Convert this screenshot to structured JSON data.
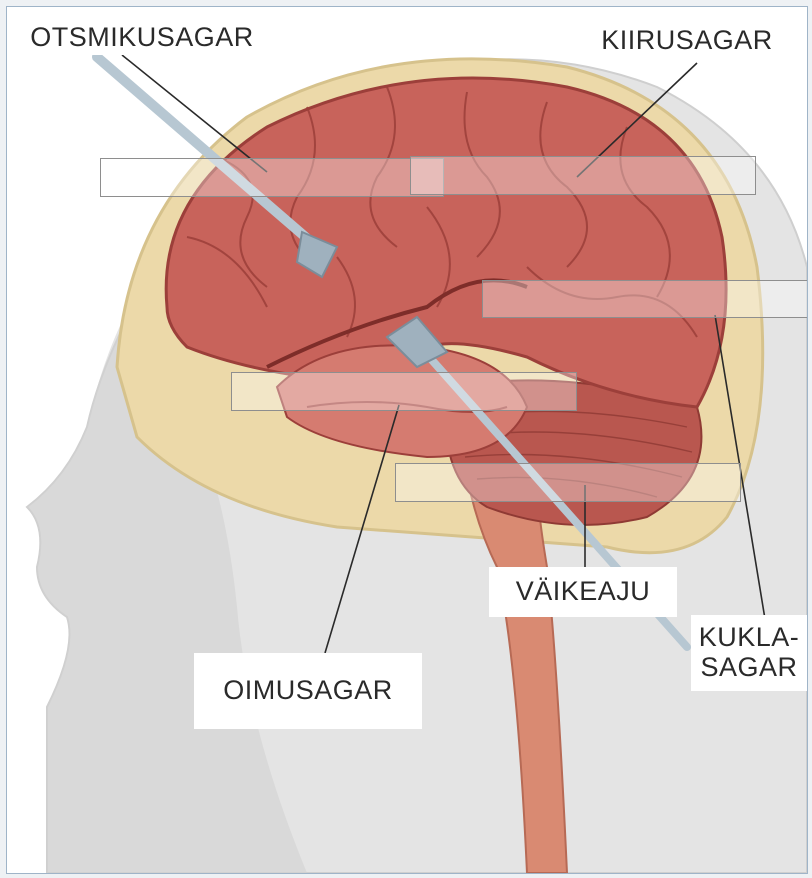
{
  "colors": {
    "brain": "#c8635b",
    "brain_dark": "#9c3f3a",
    "brain_light": "#e39a8f",
    "skull": "#ecd9a9",
    "head": "#e3e3e3",
    "head_shadow": "#c9c9c9",
    "probe": "#b7c7d2",
    "label_line": "#2a2a2a"
  },
  "labels": {
    "otsmikusagar": "OTSMIKUSAGAR",
    "kiirusagar": "KIIRUSAGAR",
    "oimusagar": "OIMUSAGAR",
    "vaikeaju": "VÄIKEAJU",
    "kukla_line1": "KUKLA-",
    "kukla_line2": "SAGAR"
  },
  "icons": {
    "probe": "probe-icon"
  }
}
